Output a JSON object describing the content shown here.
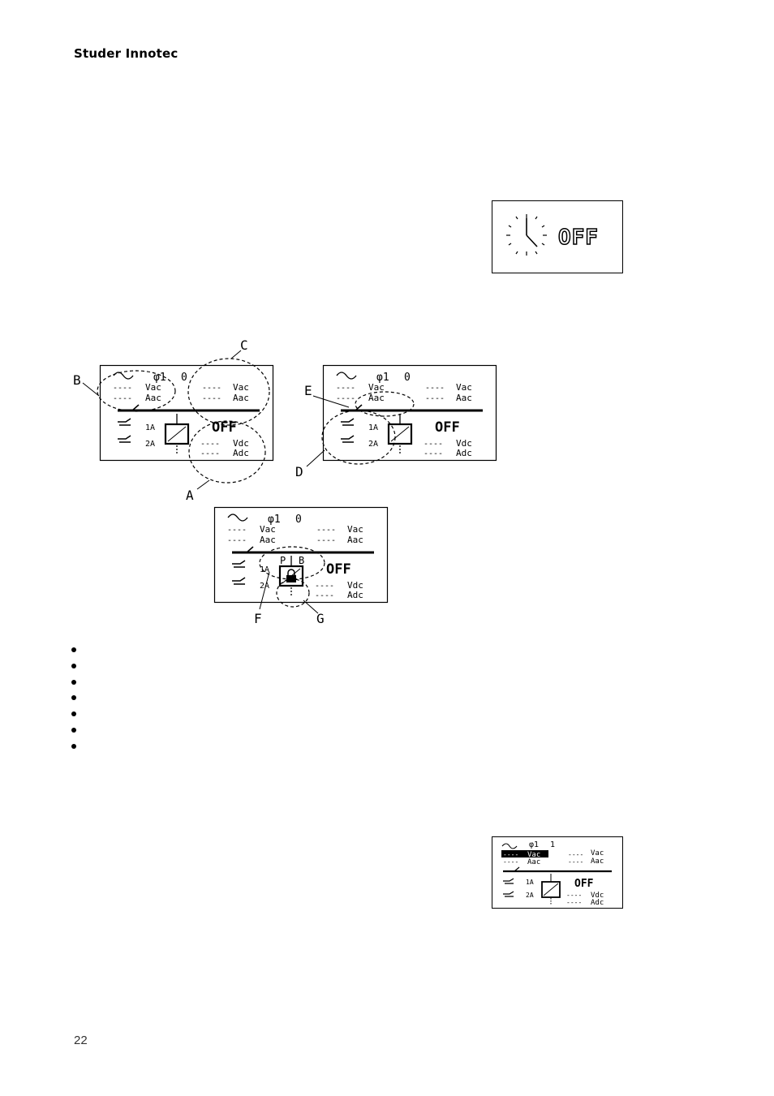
{
  "header": {
    "brand": "Studer Innotec"
  },
  "footer": {
    "page_number": "22"
  },
  "timer_box": {
    "state_text": "OFF"
  },
  "lcd": {
    "phase": "φ1",
    "phase_value_a": "0",
    "phase_value_b": "1",
    "dashes": "----",
    "vac": "Vac",
    "aac": "Aac",
    "vdc": "Vdc",
    "adc": "Adc",
    "relay1": "1A",
    "relay2": "2A",
    "off": "OFF",
    "pb_p": "P",
    "pb_b": "B"
  },
  "callouts": {
    "a": "A",
    "b": "B",
    "c": "C",
    "d": "D",
    "e": "E",
    "f": "F",
    "g": "G"
  },
  "bullet_count": 7
}
